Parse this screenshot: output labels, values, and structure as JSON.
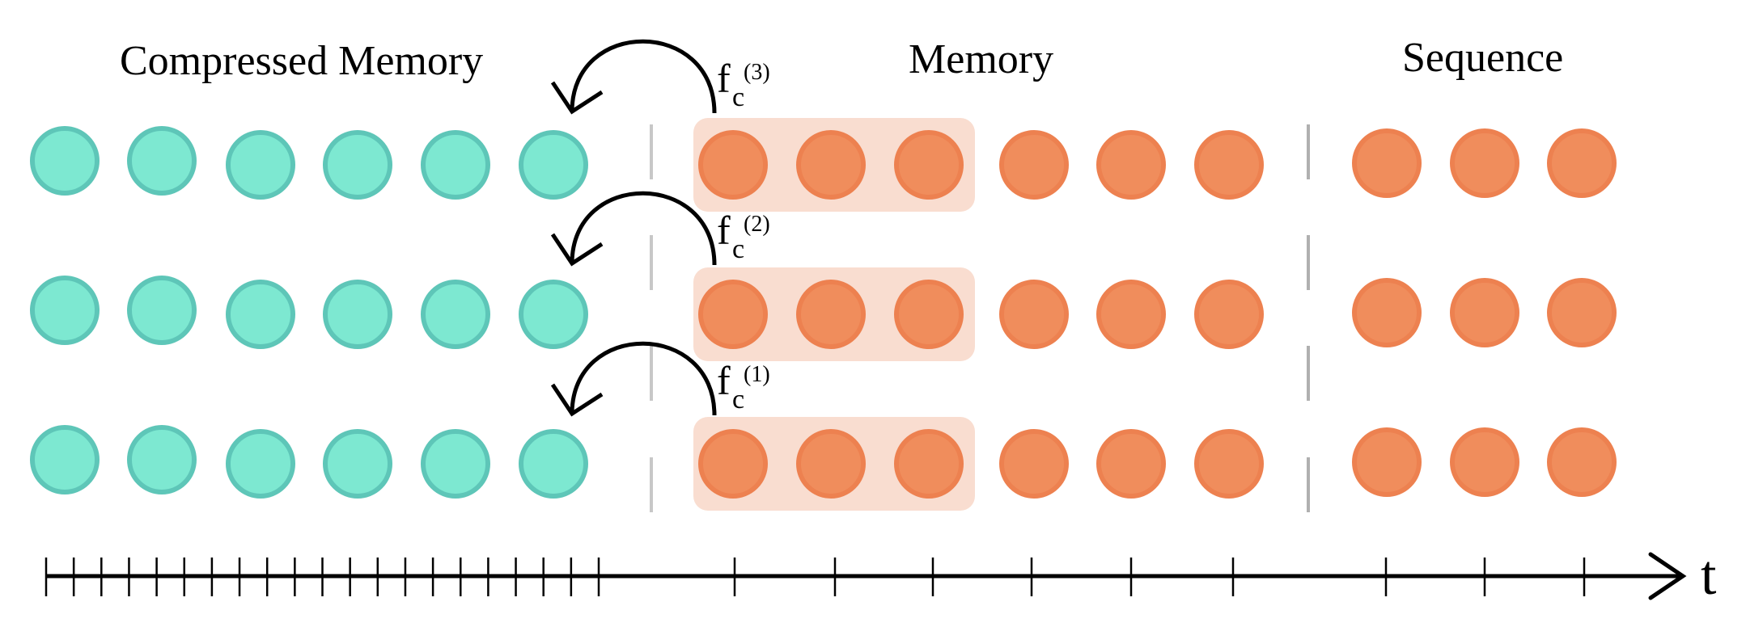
{
  "figure": {
    "titles": {
      "compressed_memory": "Compressed Memory",
      "memory": "Memory",
      "sequence": "Sequence"
    },
    "axis_label": "t",
    "colors": {
      "compressed_fill": "#7de8d1",
      "compressed_stroke": "#5ec6b8",
      "memory_fill": "#f08d5c",
      "memory_stroke": "#ed8150",
      "highlight_box": "#f9ddd0",
      "separator_left": "#c8c8c8",
      "separator_right": "#b0b0b0",
      "ink": "#000000"
    },
    "rows": [
      {
        "compressed_slots": 6,
        "memory_slots": 6,
        "sequence_slots": 3,
        "highlighted_memory_slots": 3,
        "compression_fn": {
          "base": "f",
          "sub": "c",
          "sup": "(3)"
        }
      },
      {
        "compressed_slots": 6,
        "memory_slots": 6,
        "sequence_slots": 3,
        "highlighted_memory_slots": 3,
        "compression_fn": {
          "base": "f",
          "sub": "c",
          "sup": "(2)"
        }
      },
      {
        "compressed_slots": 6,
        "memory_slots": 6,
        "sequence_slots": 3,
        "highlighted_memory_slots": 3,
        "compression_fn": {
          "base": "f",
          "sub": "c",
          "sup": "(1)"
        }
      }
    ],
    "timeline": {
      "dense_ticks": 21,
      "sparse_ticks": 9
    }
  }
}
